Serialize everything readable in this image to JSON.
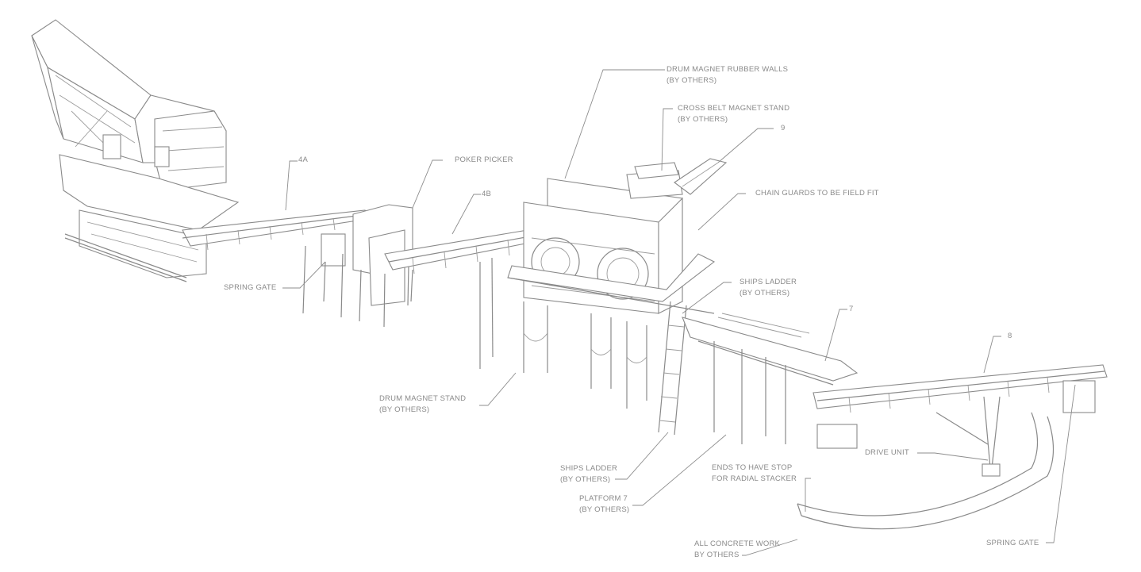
{
  "drawing": {
    "labels": {
      "drum_magnet_rubber_walls": "DRUM MAGNET RUBBER WALLS\n(BY OTHERS)",
      "cross_belt_magnet_stand": "CROSS BELT MAGNET STAND\n(BY OTHERS)",
      "item_9": "9",
      "chain_guards": "CHAIN GUARDS TO BE FIELD FIT",
      "poker_picker": "POKER PICKER",
      "item_4a": "4A",
      "item_4b": "4B",
      "spring_gate_left": "SPRING GATE",
      "ships_ladder_upper": "SHIPS LADDER\n(BY OTHERS)",
      "item_7": "7",
      "item_8": "8",
      "drum_magnet_stand": "DRUM MAGNET STAND\n(BY OTHERS)",
      "drive_unit": "DRIVE UNIT",
      "ships_ladder_lower": "SHIPS LADDER\n(BY OTHERS)",
      "ends_stop": "ENDS TO HAVE STOP\nFOR RADIAL STACKER",
      "platform_7": "PLATFORM 7\n(BY OTHERS)",
      "concrete_work": "ALL CONCRETE WORK\nBY OTHERS",
      "spring_gate_right": "SPRING GATE"
    }
  }
}
